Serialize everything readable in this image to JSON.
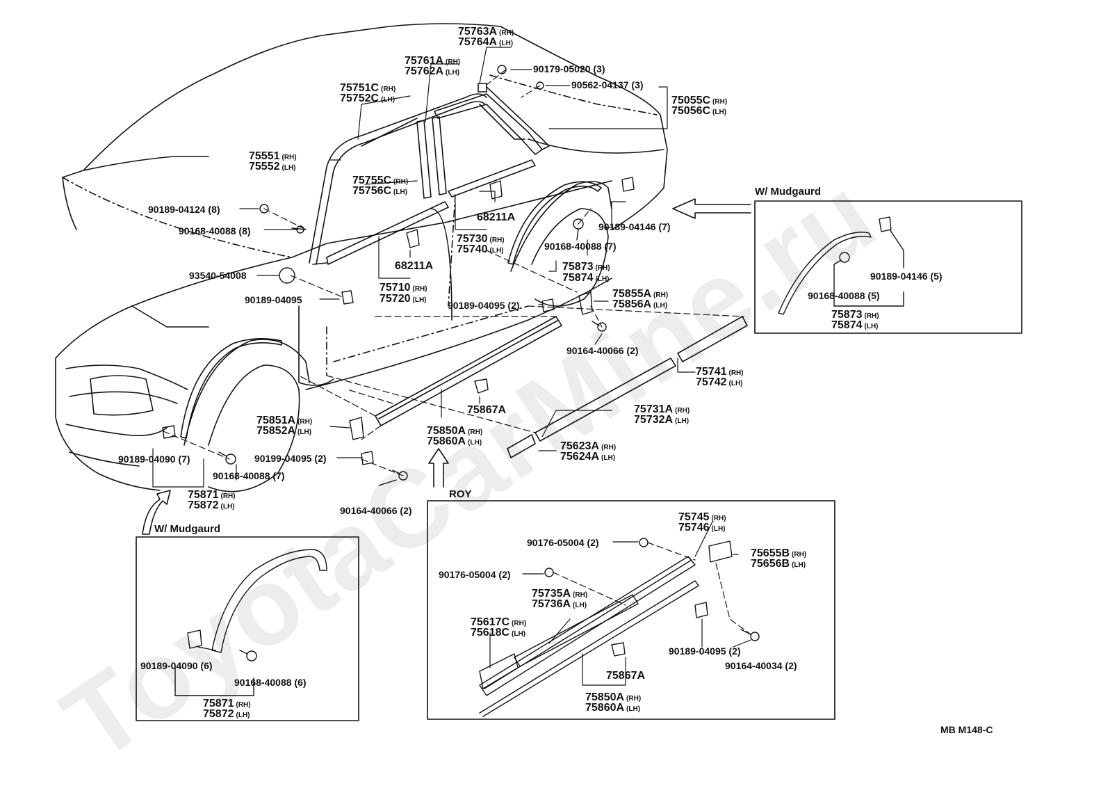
{
  "watermark": "ToyotaCarMine.ru",
  "diagram_code": "MB  M148-C",
  "headers": {
    "mudguard_rear": "W/ Mudgaurd",
    "mudguard_front": "W/ Mudgaurd",
    "roy": "ROY"
  },
  "labels": {
    "p75763A": {
      "num": "75763A",
      "sfx": "(RH)"
    },
    "p75764A": {
      "num": "75764A",
      "sfx": "(LH)"
    },
    "p75761A": {
      "num": "75761A",
      "sfx": "(RH)"
    },
    "p75762A": {
      "num": "75762A",
      "sfx": "(LH)"
    },
    "p90179": {
      "num": "90179-05020 (3)",
      "sfx": ""
    },
    "p90562": {
      "num": "90562-04137 (3)",
      "sfx": ""
    },
    "p75751C": {
      "num": "75751C",
      "sfx": "(RH)"
    },
    "p75752C": {
      "num": "75752C",
      "sfx": "(LH)"
    },
    "p75055C": {
      "num": "75055C",
      "sfx": "(RH)"
    },
    "p75056C": {
      "num": "75056C",
      "sfx": "(LH)"
    },
    "p75551": {
      "num": "75551",
      "sfx": "(RH)"
    },
    "p75552": {
      "num": "75552",
      "sfx": "(LH)"
    },
    "p75755C": {
      "num": "75755C",
      "sfx": "(RH)"
    },
    "p75756C": {
      "num": "75756C",
      "sfx": "(LH)"
    },
    "p90189_04124": {
      "num": "90189-04124 (8)",
      "sfx": ""
    },
    "p90168_40088_8": {
      "num": "90168-40088 (8)",
      "sfx": ""
    },
    "p68211A_top": {
      "num": "68211A",
      "sfx": ""
    },
    "p90189_04146_7": {
      "num": "90189-04146 (7)",
      "sfx": ""
    },
    "p90168_40088_7r": {
      "num": "90168-40088 (7)",
      "sfx": ""
    },
    "p75730": {
      "num": "75730",
      "sfx": "(RH)"
    },
    "p75740": {
      "num": "75740",
      "sfx": "(LH)"
    },
    "p75873": {
      "num": "75873",
      "sfx": "(RH)"
    },
    "p75874": {
      "num": "75874",
      "sfx": "(LH)"
    },
    "p68211A_low": {
      "num": "68211A",
      "sfx": ""
    },
    "p93540": {
      "num": "93540-54008",
      "sfx": ""
    },
    "p75710": {
      "num": "75710",
      "sfx": "(RH)"
    },
    "p75720": {
      "num": "75720",
      "sfx": "(LH)"
    },
    "p90189_04095": {
      "num": "90189-04095",
      "sfx": ""
    },
    "p90189_04095_2": {
      "num": "90189-04095 (2)",
      "sfx": ""
    },
    "p75855A": {
      "num": "75855A",
      "sfx": "(RH)"
    },
    "p75856A": {
      "num": "75856A",
      "sfx": "(LH)"
    },
    "p90164_40066_2r": {
      "num": "90164-40066 (2)",
      "sfx": ""
    },
    "p75741": {
      "num": "75741",
      "sfx": "(RH)"
    },
    "p75742": {
      "num": "75742",
      "sfx": "(LH)"
    },
    "p75867A": {
      "num": "75867A",
      "sfx": ""
    },
    "p75731A": {
      "num": "75731A",
      "sfx": "(RH)"
    },
    "p75732A": {
      "num": "75732A",
      "sfx": "(LH)"
    },
    "p75851A": {
      "num": "75851A",
      "sfx": "(RH)"
    },
    "p75852A": {
      "num": "75852A",
      "sfx": "(LH)"
    },
    "p75850A": {
      "num": "75850A",
      "sfx": "(RH)"
    },
    "p75860A": {
      "num": "75860A",
      "sfx": "(LH)"
    },
    "p75623A": {
      "num": "75623A",
      "sfx": "(RH)"
    },
    "p75624A": {
      "num": "75624A",
      "sfx": "(LH)"
    },
    "p90189_04090_7": {
      "num": "90189-04090 (7)",
      "sfx": ""
    },
    "p90199_04095_2": {
      "num": "90199-04095 (2)",
      "sfx": ""
    },
    "p90168_40088_7f": {
      "num": "90168-40088 (7)",
      "sfx": ""
    },
    "p75871": {
      "num": "75871",
      "sfx": "(RH)"
    },
    "p75872": {
      "num": "75872",
      "sfx": "(LH)"
    },
    "p90164_40066_2l": {
      "num": "90164-40066 (2)",
      "sfx": ""
    },
    "rb_90189_04146_5": {
      "num": "90189-04146 (5)",
      "sfx": ""
    },
    "rb_90168_40088_5": {
      "num": "90168-40088 (5)",
      "sfx": ""
    },
    "rb_75873": {
      "num": "75873",
      "sfx": "(RH)"
    },
    "rb_75874": {
      "num": "75874",
      "sfx": "(LH)"
    },
    "fb_90189_04090_6": {
      "num": "90189-04090 (6)",
      "sfx": ""
    },
    "fb_90168_40088_6": {
      "num": "90168-40088 (6)",
      "sfx": ""
    },
    "fb_75871": {
      "num": "75871",
      "sfx": "(RH)"
    },
    "fb_75872": {
      "num": "75872",
      "sfx": "(LH)"
    },
    "roy_75745": {
      "num": "75745",
      "sfx": "(RH)"
    },
    "roy_75746": {
      "num": "75746",
      "sfx": "(LH)"
    },
    "roy_90176_a": {
      "num": "90176-05004 (2)",
      "sfx": ""
    },
    "roy_90176_b": {
      "num": "90176-05004 (2)",
      "sfx": ""
    },
    "roy_75655B": {
      "num": "75655B",
      "sfx": "(RH)"
    },
    "roy_75656B": {
      "num": "75656B",
      "sfx": "(LH)"
    },
    "roy_75735A": {
      "num": "75735A",
      "sfx": "(RH)"
    },
    "roy_75736A": {
      "num": "75736A",
      "sfx": "(LH)"
    },
    "roy_75617C": {
      "num": "75617C",
      "sfx": "(RH)"
    },
    "roy_75618C": {
      "num": "75618C",
      "sfx": "(LH)"
    },
    "roy_90189_04095_2": {
      "num": "90189-04095 (2)",
      "sfx": ""
    },
    "roy_90164_40034_2": {
      "num": "90164-40034 (2)",
      "sfx": ""
    },
    "roy_75867A": {
      "num": "75867A",
      "sfx": ""
    },
    "roy_75850A": {
      "num": "75850A",
      "sfx": "(RH)"
    },
    "roy_75860A": {
      "num": "75860A",
      "sfx": "(LH)"
    }
  }
}
